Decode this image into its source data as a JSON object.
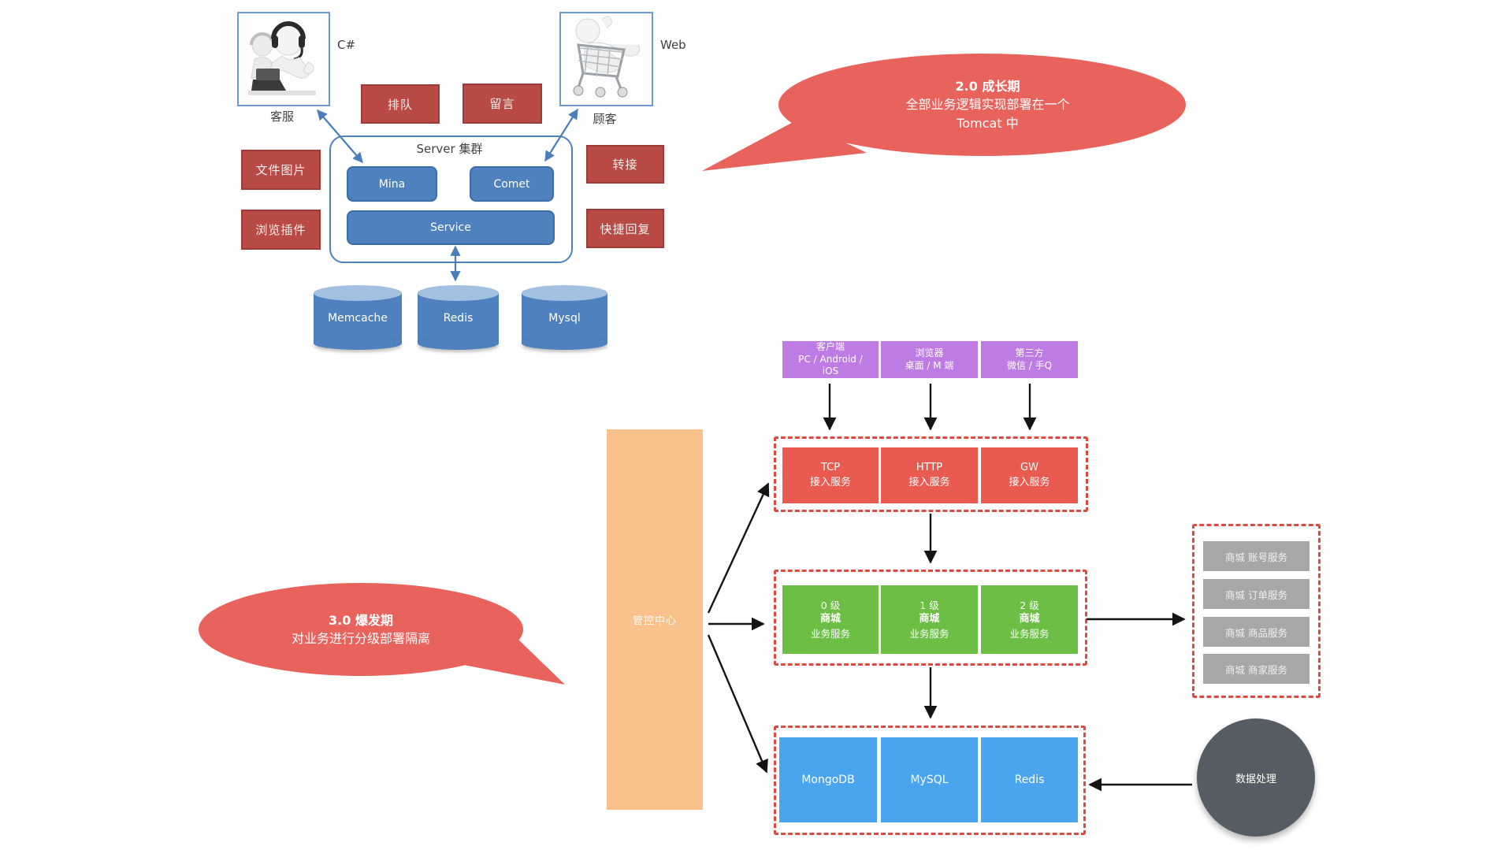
{
  "colors": {
    "brick_red": "#B94A45",
    "steel_blue": "#4E81BD",
    "coral_callout": "#E8635B",
    "dashed_red": "#DB4B42",
    "access_red": "#E95A50",
    "client_purple": "#BE7BE3",
    "service_green": "#6CBE44",
    "db_blue": "#4BA4EE",
    "mall_gray": "#A7A7A7",
    "control_orange": "#F9C28D",
    "data_circle": "#555C64"
  },
  "legacy": {
    "agent": {
      "label": "客服",
      "platform": "C#"
    },
    "customer": {
      "label": "顾客",
      "platform": "Web"
    },
    "features": [
      "排队",
      "留言",
      "文件图片",
      "浏览插件",
      "转接",
      "快捷回复"
    ],
    "server_cluster": {
      "title": "Server 集群",
      "node1": "Mina",
      "node2": "Comet",
      "service": "Service"
    },
    "databases": [
      "Memcache",
      "Redis",
      "Mysql"
    ]
  },
  "callout_20": {
    "title": "2.0 成长期",
    "line1": "全部业务逻辑实现部署在一个",
    "line2": "Tomcat 中"
  },
  "callout_30": {
    "title": "3.0 爆发期",
    "line1": "对业务进行分级部署隔离"
  },
  "control_center": {
    "label": "管控中心"
  },
  "clients": [
    {
      "lines": [
        "客户端",
        "PC / Android /",
        "iOS"
      ]
    },
    {
      "lines": [
        "浏览器",
        "桌面 / M 端"
      ]
    },
    {
      "lines": [
        "第三方",
        "微信 / 手Q"
      ]
    }
  ],
  "access_layer": [
    {
      "protocol": "TCP",
      "label": "接入服务"
    },
    {
      "protocol": "HTTP",
      "label": "接入服务"
    },
    {
      "protocol": "GW",
      "label": "接入服务"
    }
  ],
  "business_layer": [
    {
      "tier": "0 级",
      "name": "商城",
      "label": "业务服务"
    },
    {
      "tier": "1 级",
      "name": "商城",
      "label": "业务服务"
    },
    {
      "tier": "2 级",
      "name": "商城",
      "label": "业务服务"
    }
  ],
  "mall_services": [
    "商城 账号服务",
    "商城 订单服务",
    "商城 商品服务",
    "商城 商家服务"
  ],
  "storage_layer": [
    "MongoDB",
    "MySQL",
    "Redis"
  ],
  "data_processing": {
    "label": "数据处理"
  }
}
